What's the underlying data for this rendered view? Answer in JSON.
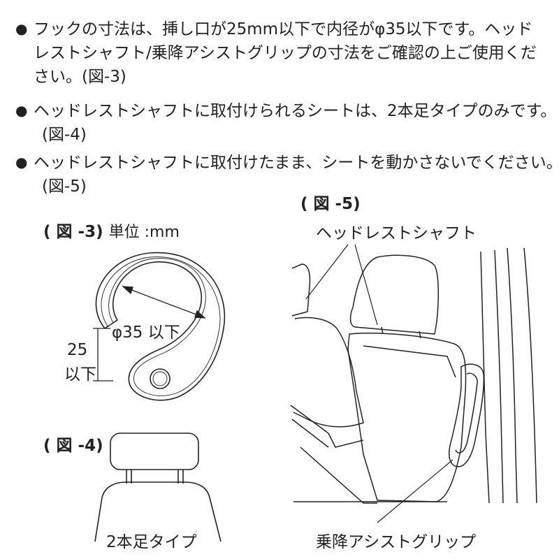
{
  "notes": [
    {
      "bullet": "●",
      "line1": "フックの寸法は、挿し口が25mm以下で内径がφ35以下です。ヘッド",
      "line2": "レストシャフト/乗降アシストグリップの寸法をご確認の上ご使用くだ",
      "line3": "さい。(図-3)"
    },
    {
      "bullet": "●",
      "line1": "ヘッドレストシャフトに取付けられるシートは、2本足タイプのみです。",
      "line2": "(図-4)"
    },
    {
      "bullet": "●",
      "line1": "ヘッドレストシャフトに取付けたまま、シートを動かさないでください。",
      "line2": "(図-5)"
    }
  ],
  "fig3": {
    "label": "( 図 -3)",
    "unit": "単位 :mm",
    "diameter": "φ35 以下",
    "opening_value": "25",
    "opening_unit": "以下"
  },
  "fig4": {
    "label": "( 図 -4)",
    "caption": "2本足タイプ"
  },
  "fig5": {
    "label": "( 図 -5)",
    "headrest_label": "ヘッドレストシャフト",
    "grip_label": "乗降アシストグリップ"
  }
}
